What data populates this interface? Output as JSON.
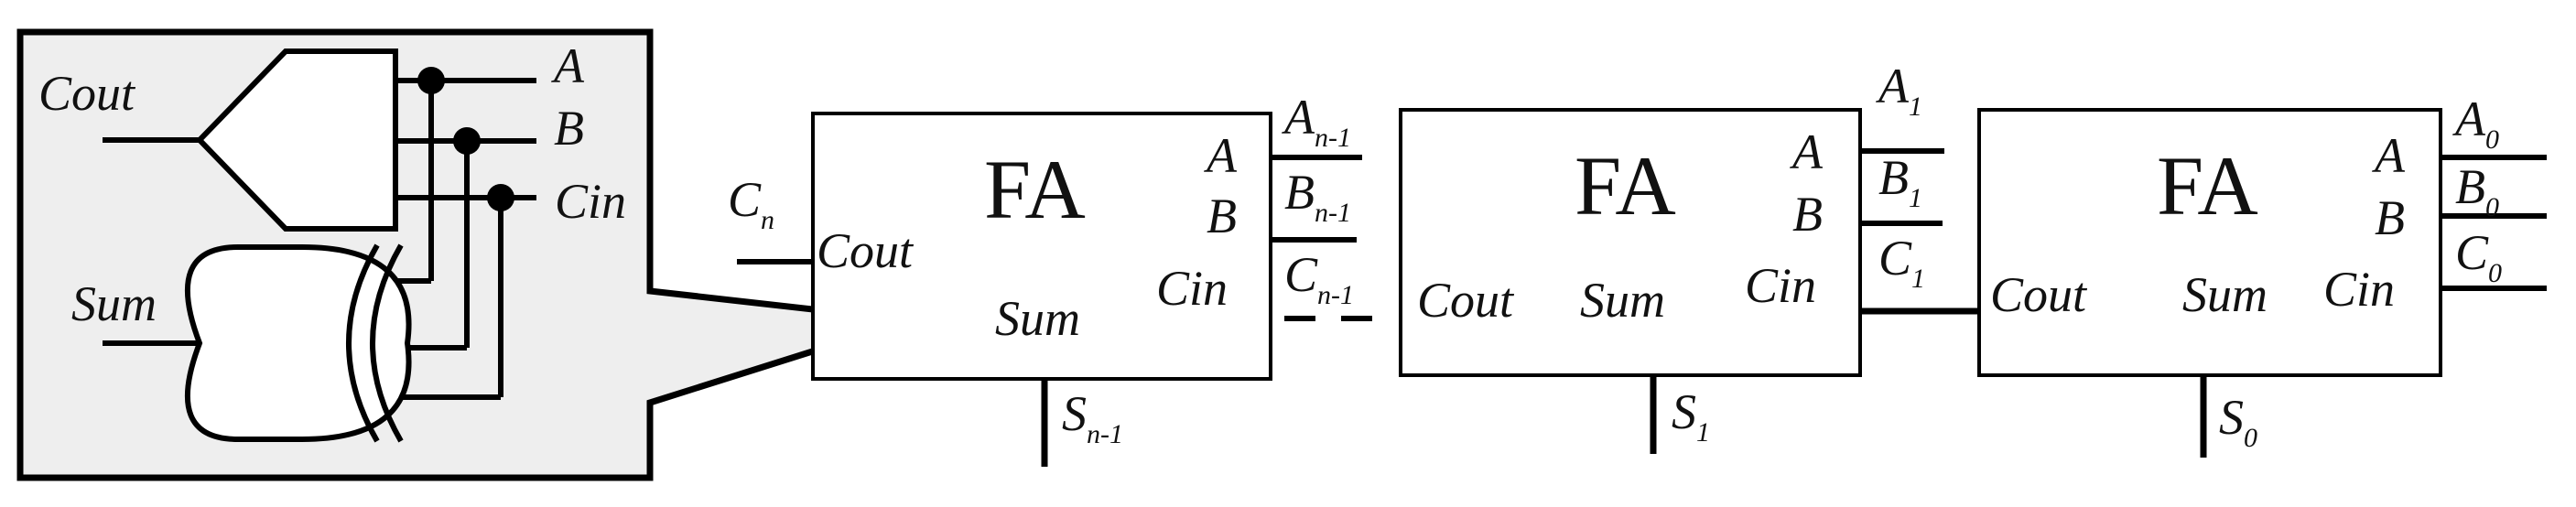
{
  "callout": {
    "labels": {
      "cout": "Cout",
      "sum": "Sum",
      "a": "A",
      "b": "B",
      "cin": "Cin"
    },
    "fill": "#eeeeee"
  },
  "blocks": [
    {
      "title": "FA",
      "ports": {
        "a": "A",
        "b": "B",
        "cin": "Cin",
        "cout": "Cout",
        "sum": "Sum"
      },
      "inputs": {
        "a_base": "A",
        "a_sub": "n-1",
        "b_base": "B",
        "b_sub": "n-1",
        "c_base": "C",
        "c_sub": "n-1"
      },
      "carry_out": {
        "base": "C",
        "sub": "n"
      },
      "sum_out": {
        "base": "S",
        "sub": "n-1"
      }
    },
    {
      "title": "FA",
      "ports": {
        "a": "A",
        "b": "B",
        "cin": "Cin",
        "cout": "Cout",
        "sum": "Sum"
      },
      "inputs": {
        "a_base": "A",
        "a_sub": "1",
        "b_base": "B",
        "b_sub": "1",
        "c_base": "C",
        "c_sub": "1"
      },
      "sum_out": {
        "base": "S",
        "sub": "1"
      }
    },
    {
      "title": "FA",
      "ports": {
        "a": "A",
        "b": "B",
        "cin": "Cin",
        "cout": "Cout",
        "sum": "Sum"
      },
      "inputs": {
        "a_base": "A",
        "a_sub": "0",
        "b_base": "B",
        "b_sub": "0",
        "c_base": "C",
        "c_sub": "0"
      },
      "sum_out": {
        "base": "S",
        "sub": "0"
      }
    }
  ]
}
